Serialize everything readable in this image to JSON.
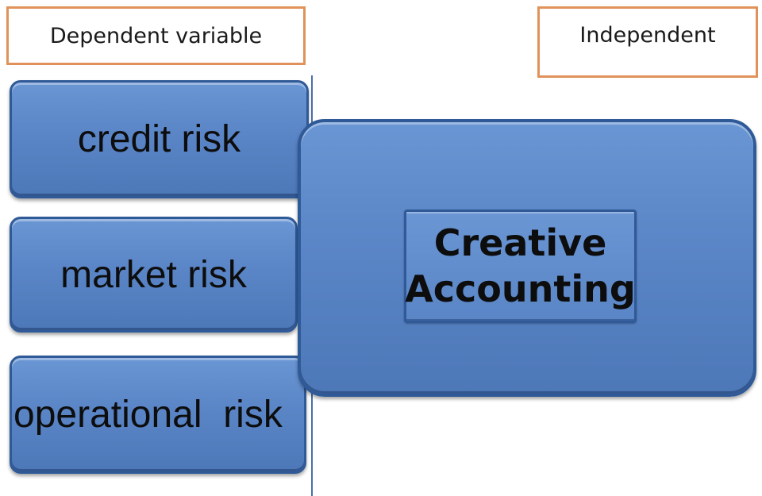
{
  "labels": {
    "dependent": "Dependent variable",
    "independent": "Independent"
  },
  "dependent_variables": [
    {
      "label": "credit risk"
    },
    {
      "label": "market risk"
    },
    {
      "label": "operational  risk"
    }
  ],
  "independent_variable": {
    "line1": "Creative",
    "line2": "Accounting"
  },
  "colors": {
    "box_fill": "#5a85c6",
    "box_border": "#2f5a97",
    "label_border": "#e0925a"
  }
}
